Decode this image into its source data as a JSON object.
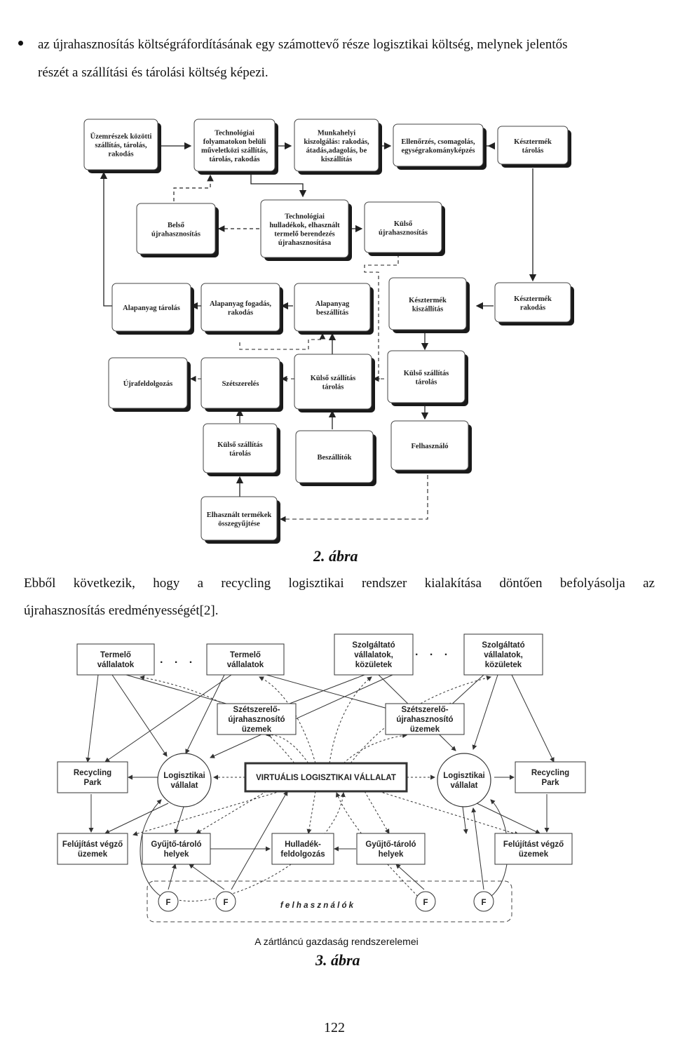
{
  "paragraph1": {
    "line1": "az újrahasznosítás költségráfordításának egy számottevő része logisztikai költség, melynek jelentős",
    "line2": "részét a szállítási és tárolási költség képezi."
  },
  "figure2": {
    "caption": "2. ábra",
    "boxes": [
      {
        "id": "b1",
        "lines": [
          "Üzemrészek közötti",
          "szállítás, tárolás,",
          "rakodás"
        ]
      },
      {
        "id": "b2",
        "lines": [
          "Technológiai",
          "folyamatokon belüli",
          "műveletközi szállítás,",
          "tárolás, rakodás"
        ]
      },
      {
        "id": "b3",
        "lines": [
          "Munkahelyi",
          "kiszolgálás: rakodás,",
          "átadás,adagolás, be",
          "kiszállítás"
        ]
      },
      {
        "id": "b4",
        "lines": [
          "Ellenőrzés, csomagolás,",
          "egységrakományképzés"
        ]
      },
      {
        "id": "b5",
        "lines": [
          "Késztermék",
          "tárolás"
        ]
      },
      {
        "id": "b6",
        "lines": [
          "Belső",
          "újrahasznosítás"
        ]
      },
      {
        "id": "b7",
        "lines": [
          "Technológiai",
          "hulladékok, elhasznált",
          "termelő berendezés",
          "újrahasznosítása"
        ]
      },
      {
        "id": "b8",
        "lines": [
          "Külső",
          "újrahasznosítás"
        ]
      },
      {
        "id": "b9",
        "lines": [
          "Alapanyag tárolás"
        ]
      },
      {
        "id": "b10",
        "lines": [
          "Alapanyag fogadás,",
          "rakodás"
        ]
      },
      {
        "id": "b11",
        "lines": [
          "Alapanyag",
          "beszállítás"
        ]
      },
      {
        "id": "b12",
        "lines": [
          "Késztermék",
          "kiszállítás"
        ]
      },
      {
        "id": "b13",
        "lines": [
          "Késztermék",
          "rakodás"
        ]
      },
      {
        "id": "b14",
        "lines": [
          "Újrafeldolgozás"
        ]
      },
      {
        "id": "b15",
        "lines": [
          "Szétszerelés"
        ]
      },
      {
        "id": "b16",
        "lines": [
          "Külső szállítás",
          "tárolás"
        ]
      },
      {
        "id": "b17",
        "lines": [
          "Külső szállítás",
          "tárolás"
        ]
      },
      {
        "id": "b18",
        "lines": [
          "Külső szállítás",
          "tárolás"
        ]
      },
      {
        "id": "b19",
        "lines": [
          "Beszállítók"
        ]
      },
      {
        "id": "b20",
        "lines": [
          "Felhasználó"
        ]
      },
      {
        "id": "b21",
        "lines": [
          "Elhasznált termékek",
          "összegyűjtése"
        ]
      }
    ]
  },
  "paragraph2": {
    "line1": "Ebből következik, hogy a recycling logisztikai rendszer kialakítása döntően befolyásolja az",
    "line2": "újrahasznosítás eredményességét[2]."
  },
  "figure3": {
    "subtitle": "A zártláncú gazdaság rendszerelemei",
    "caption": "3. ábra",
    "dots": ". . .",
    "nodes": [
      {
        "id": "n1",
        "lines": [
          "Termelő",
          "vállalatok"
        ]
      },
      {
        "id": "n2",
        "lines": [
          "Termelő",
          "vállalatok"
        ]
      },
      {
        "id": "n3",
        "lines": [
          "Szolgáltató",
          "vállalatok,",
          "közületek"
        ]
      },
      {
        "id": "n4",
        "lines": [
          "Szolgáltató",
          "vállalatok,",
          "közületek"
        ]
      },
      {
        "id": "n5",
        "lines": [
          "Szétszerelő-",
          "újrahasznosító",
          "üzemek"
        ]
      },
      {
        "id": "n6",
        "lines": [
          "Szétszerelő-",
          "újrahasznosító",
          "üzemek"
        ]
      },
      {
        "id": "n7",
        "lines": [
          "Recycling",
          "Park"
        ]
      },
      {
        "id": "n8",
        "lines": [
          "Logisztikai",
          "vállalat"
        ]
      },
      {
        "id": "n9",
        "lines": [
          "VIRTUÁLIS LOGISZTIKAI VÁLLALAT"
        ]
      },
      {
        "id": "n10",
        "lines": [
          "Logisztikai",
          "vállalat"
        ]
      },
      {
        "id": "n11",
        "lines": [
          "Recycling",
          "Park"
        ]
      },
      {
        "id": "n12",
        "lines": [
          "Felújítást végző",
          "üzemek"
        ]
      },
      {
        "id": "n13",
        "lines": [
          "Gyűjtő-tároló",
          "helyek"
        ]
      },
      {
        "id": "n14",
        "lines": [
          "Hulladék-",
          "feldolgozás"
        ]
      },
      {
        "id": "n15",
        "lines": [
          "Gyűjtő-tároló",
          "helyek"
        ]
      },
      {
        "id": "n16",
        "lines": [
          "Felújítást végző",
          "üzemek"
        ]
      }
    ],
    "user_label": "F",
    "users_label": "f e l h a s z n á l ó k"
  },
  "page_number": "122"
}
